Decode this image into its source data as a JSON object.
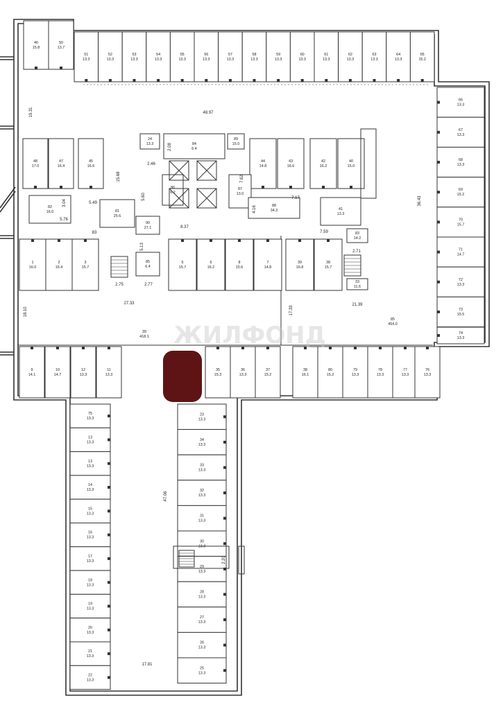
{
  "plan": {
    "spaces": [
      {
        "n": "46",
        "a": "15.8"
      },
      {
        "n": "50",
        "a": "13.7"
      },
      {
        "n": "51",
        "a": "13.3"
      },
      {
        "n": "52",
        "a": "13.3"
      },
      {
        "n": "53",
        "a": "13.3"
      },
      {
        "n": "54",
        "a": "13.3"
      },
      {
        "n": "55",
        "a": "13.3"
      },
      {
        "n": "56",
        "a": "13.3"
      },
      {
        "n": "57",
        "a": "13.3"
      },
      {
        "n": "58",
        "a": "13.3"
      },
      {
        "n": "59",
        "a": "13.3"
      },
      {
        "n": "60",
        "a": "13.3"
      },
      {
        "n": "61",
        "a": "13.3"
      },
      {
        "n": "62",
        "a": "13.3"
      },
      {
        "n": "63",
        "a": "13.3"
      },
      {
        "n": "64",
        "a": "13.3"
      },
      {
        "n": "65",
        "a": "15.2"
      },
      {
        "n": "66",
        "a": "13.3"
      },
      {
        "n": "67",
        "a": "13.3"
      },
      {
        "n": "68",
        "a": "13.3"
      },
      {
        "n": "69",
        "a": "15.2"
      },
      {
        "n": "70",
        "a": "15.7"
      },
      {
        "n": "71",
        "a": "14.7"
      },
      {
        "n": "72",
        "a": "13.3"
      },
      {
        "n": "73",
        "a": "15.5"
      },
      {
        "n": "74",
        "a": "13.3"
      },
      {
        "n": "48",
        "a": "17.0"
      },
      {
        "n": "47",
        "a": "16.4"
      },
      {
        "n": "45",
        "a": "16.6"
      },
      {
        "n": "44",
        "a": "14.8"
      },
      {
        "n": "43",
        "a": "16.6"
      },
      {
        "n": "42",
        "a": "16.2"
      },
      {
        "n": "40",
        "a": "15.0"
      },
      {
        "n": "82",
        "a": "16.0"
      },
      {
        "n": "41",
        "a": "13.3"
      },
      {
        "n": "1",
        "a": "16.0"
      },
      {
        "n": "2",
        "a": "16.4"
      },
      {
        "n": "3",
        "a": "15.7"
      },
      {
        "n": "5",
        "a": "15.7"
      },
      {
        "n": "6",
        "a": "16.2"
      },
      {
        "n": "8",
        "a": "15.6"
      },
      {
        "n": "7",
        "a": "14.8"
      },
      {
        "n": "39",
        "a": "16.8"
      },
      {
        "n": "38",
        "a": "15.7"
      },
      {
        "n": "9",
        "a": "14.1"
      },
      {
        "n": "10",
        "a": "14.7"
      },
      {
        "n": "12",
        "a": "13.3"
      },
      {
        "n": "11",
        "a": "13.3"
      },
      {
        "n": "35",
        "a": "15.3"
      },
      {
        "n": "36",
        "a": "13.3"
      },
      {
        "n": "37",
        "a": "15.2"
      },
      {
        "n": "38",
        "a": "16.1"
      },
      {
        "n": "80",
        "a": "15.2"
      },
      {
        "n": "79",
        "a": "13.3"
      },
      {
        "n": "78",
        "a": "13.3"
      },
      {
        "n": "77",
        "a": "13.3"
      },
      {
        "n": "76",
        "a": "13.3"
      },
      {
        "n": "75",
        "a": "13.3"
      },
      {
        "n": "13",
        "a": "13.3"
      },
      {
        "n": "13",
        "a": "13.3"
      },
      {
        "n": "14",
        "a": "13.3"
      },
      {
        "n": "15",
        "a": "13.3"
      },
      {
        "n": "16",
        "a": "13.3"
      },
      {
        "n": "17",
        "a": "13.3"
      },
      {
        "n": "18",
        "a": "13.3"
      },
      {
        "n": "19",
        "a": "13.3"
      },
      {
        "n": "20",
        "a": "13.3"
      },
      {
        "n": "21",
        "a": "13.3"
      },
      {
        "n": "22",
        "a": "13.3"
      },
      {
        "n": "23",
        "a": "13.3"
      },
      {
        "n": "34",
        "a": "13.3"
      },
      {
        "n": "33",
        "a": "13.3"
      },
      {
        "n": "32",
        "a": "13.3"
      },
      {
        "n": "31",
        "a": "13.3"
      },
      {
        "n": "30",
        "a": "13.3"
      },
      {
        "n": "29",
        "a": "13.3"
      },
      {
        "n": "28",
        "a": "13.3"
      },
      {
        "n": "27",
        "a": "13.3"
      },
      {
        "n": "26",
        "a": "13.3"
      },
      {
        "n": "25",
        "a": "13.3"
      },
      {
        "n": "24",
        "a": "13.3"
      },
      {
        "n": "84",
        "a": "6.4"
      },
      {
        "n": "89",
        "a": "15.0"
      },
      {
        "n": "86",
        "a": "6.2"
      },
      {
        "n": "87",
        "a": "13.0"
      },
      {
        "n": "81",
        "a": "25.6"
      },
      {
        "n": "88",
        "a": "34.3"
      },
      {
        "n": "90",
        "a": "27.1"
      },
      {
        "n": "85",
        "a": "6.4"
      },
      {
        "n": "83",
        "a": "14.2"
      },
      {
        "n": "33",
        "a": "11.6"
      },
      {
        "n": "84",
        "a": "6.4"
      },
      {
        "n": "34",
        "a": "6.4"
      }
    ],
    "halls": [
      {
        "n": "39",
        "a": "418.1"
      },
      {
        "n": "85",
        "a": "454.0"
      }
    ],
    "dimensions": [
      "48.97",
      "19.31",
      "36.43",
      "18.10",
      "27.33",
      "17.33",
      "21.39",
      "47.06",
      "17.81",
      "15.68",
      "7.62",
      "5.60",
      "2.46",
      "2.08",
      "5.49",
      "3.04",
      "5.76",
      "83",
      "4.16",
      "7.17",
      "7.59",
      "8.37",
      "5.13",
      "2.71",
      "2.75",
      "2.77",
      "2.20"
    ],
    "watermark": "ЖИЛФОНД"
  }
}
